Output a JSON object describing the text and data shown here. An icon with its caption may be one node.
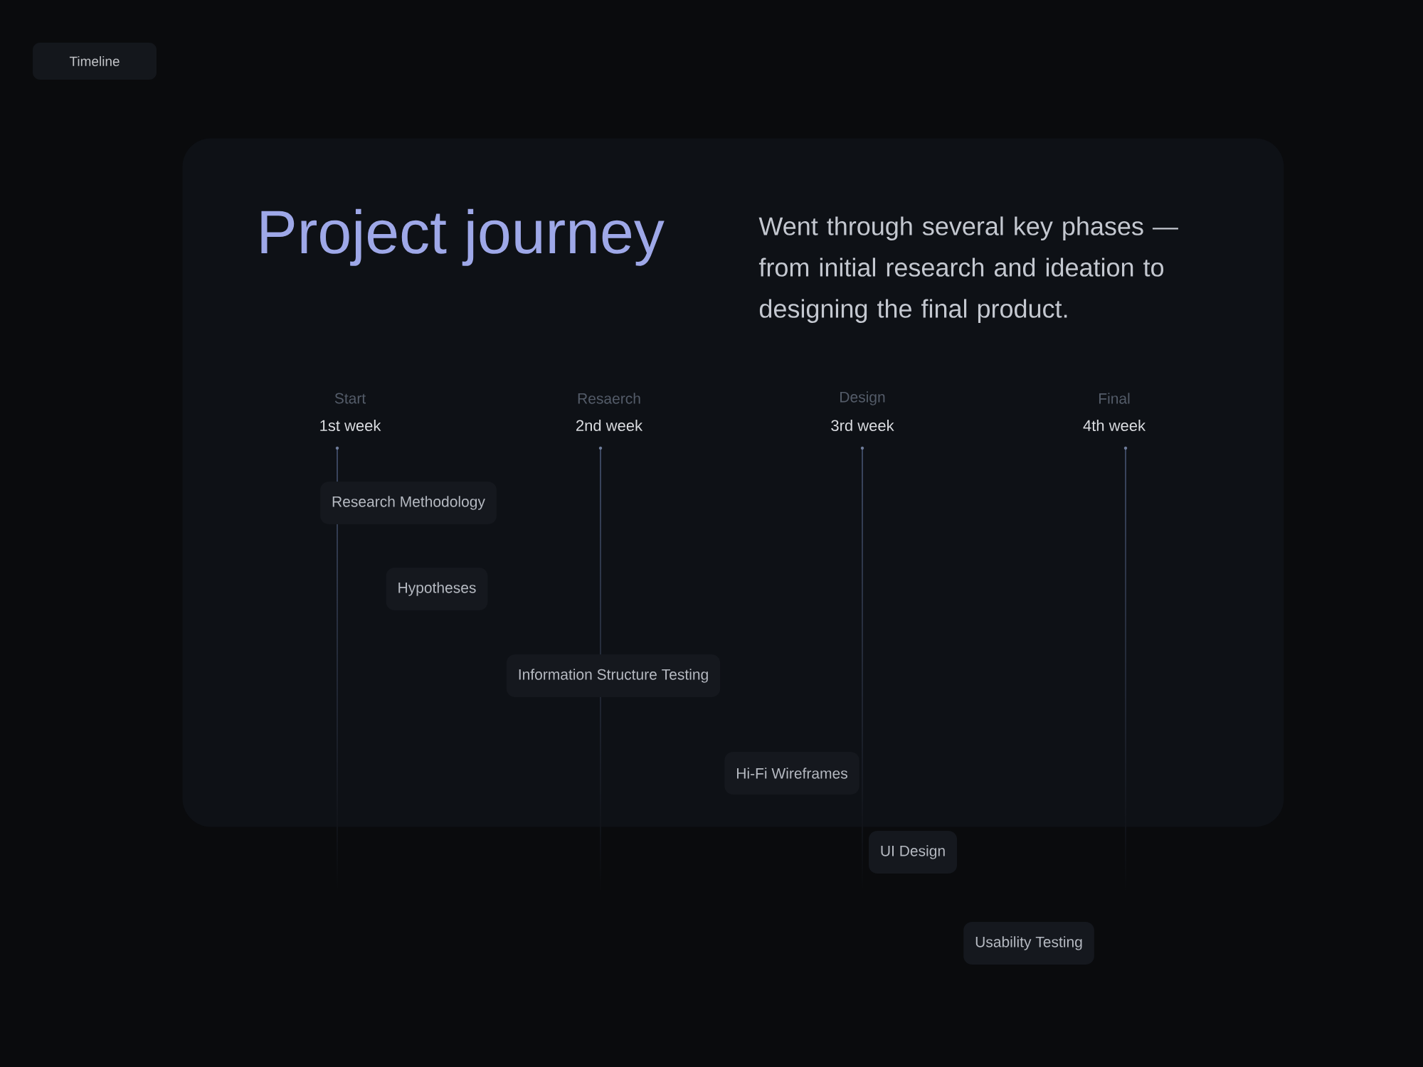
{
  "diagram": {
    "nodes": [
      {
        "text": [
          "Timeline"
        ]
      },
      {
        "text": [
          "Project journey",
          "Went through several key phases — from initial research and ideation to designing the final product."
        ]
      },
      {
        "text": [
          "Research Methodology"
        ],
        "in": 1
      },
      {
        "text": [
          "Hypotheses"
        ],
        "in": 1
      },
      {
        "text": [
          "Information Structure Testing"
        ],
        "in": 1
      },
      {
        "text": [
          "Hi-Fi Wireframes"
        ],
        "in": 1
      },
      {
        "text": [
          "UI Design"
        ]
      },
      {
        "text": [
          "Usability Testing"
        ]
      }
    ],
    "labels": [
      "Start",
      "Resaerch",
      "Design",
      "Final",
      "1st week",
      "2nd week",
      "3rd week",
      "4th week"
    ]
  }
}
